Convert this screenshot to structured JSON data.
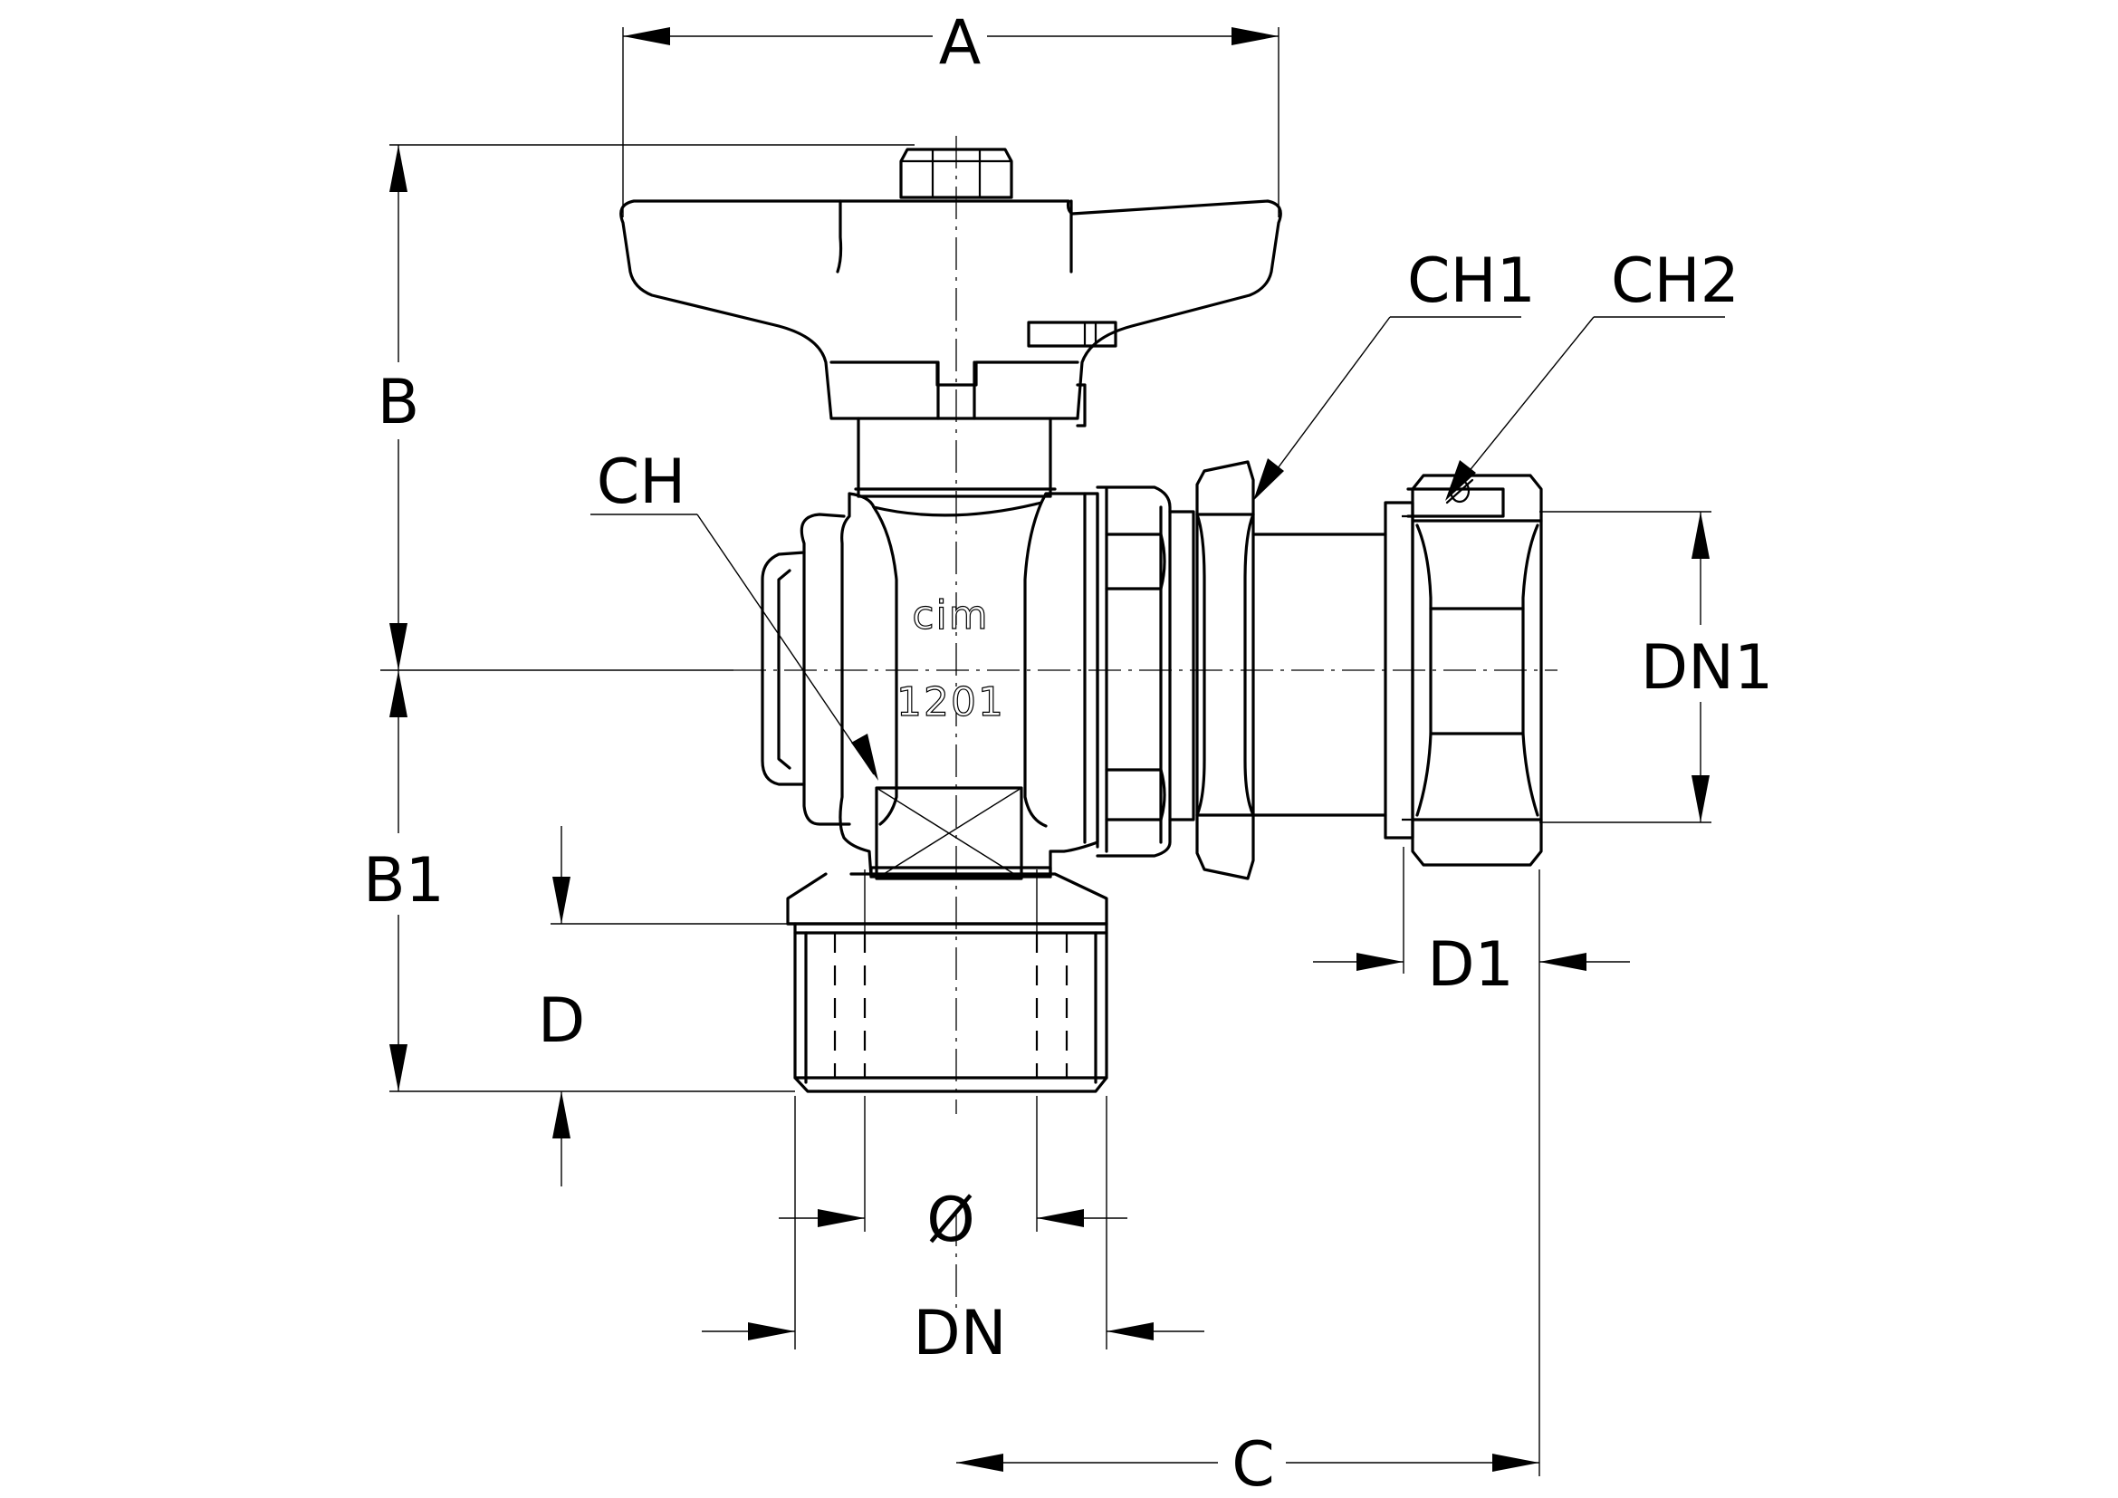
{
  "drawing": {
    "body_marks": {
      "brand": "cim",
      "model": "1201"
    },
    "dimensions": {
      "A": "A",
      "B": "B",
      "B1": "B1",
      "C": "C",
      "D": "D",
      "D1": "D1",
      "DN": "DN",
      "DN1": "DN1",
      "CH": "CH",
      "CH1": "CH1",
      "CH2": "CH2",
      "diameter": "Ø"
    }
  }
}
